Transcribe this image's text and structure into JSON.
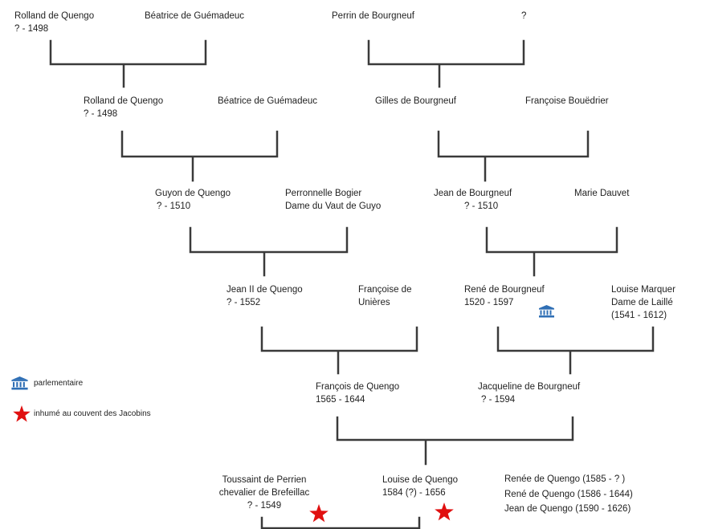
{
  "colors": {
    "line": "#3a3a3a",
    "star": "#e01010",
    "bank": "#2f6fb5",
    "text": "#222222"
  },
  "people": {
    "rolland1": {
      "name": "Rolland de Quengo",
      "dates": "? - 1498"
    },
    "beatrice1": {
      "name": "Béatrice de Guémadeuc"
    },
    "perrin": {
      "name": "Perrin de Bourgneuf"
    },
    "unknown": {
      "name": "?"
    },
    "rolland2": {
      "name": "Rolland de Quengo",
      "dates": "? - 1498"
    },
    "beatrice2": {
      "name": "Béatrice de Guémadeuc"
    },
    "gilles": {
      "name": "Gilles de Bourgneuf"
    },
    "francoise_bouedrier": {
      "name": "Françoise Bouëdrier"
    },
    "guyon": {
      "name": "Guyon de Quengo",
      "dates": "? - 1510"
    },
    "peronnelle": {
      "name": "Perronnelle Bogier",
      "title": "Dame du Vaut de Guyo"
    },
    "jean_b": {
      "name": "Jean de Bourgneuf",
      "dates": "? - 1510"
    },
    "marie": {
      "name": "Marie Dauvet"
    },
    "jean2": {
      "name": "Jean II de Quengo",
      "dates": "? - 1552"
    },
    "francoise_uniere": {
      "name": "Françoise de",
      "name2": "Unières"
    },
    "rene_b": {
      "name": "René de Bourgneuf",
      "dates": "1520 - 1597"
    },
    "louise_m": {
      "name": "Louise Marquer",
      "title": "Dame de Laillé",
      "dates": "(1541 - 1612)"
    },
    "francois": {
      "name": "François de Quengo",
      "dates": "1565 - 1644"
    },
    "jacqueline": {
      "name": "Jacqueline de Bourgneuf",
      "dates": "? - 1594"
    },
    "toussaint": {
      "name": "Toussaint de Perrien",
      "title": "chevalier de Brefeillac",
      "dates": "? - 1549"
    },
    "louise_q": {
      "name": "Louise de Quengo",
      "dates": "1584 (?) - 1656"
    },
    "siblings": [
      "Renée de Quengo (1585 - ? )",
      "René de Quengo (1586 - 1644)",
      "Jean de Quengo (1590 - 1626)"
    ]
  },
  "legend": {
    "parlementaire": {
      "icon": "bank-icon",
      "label": "parlementaire"
    },
    "inhume": {
      "icon": "star-icon",
      "label": "inhumé au couvent des Jacobins"
    }
  }
}
